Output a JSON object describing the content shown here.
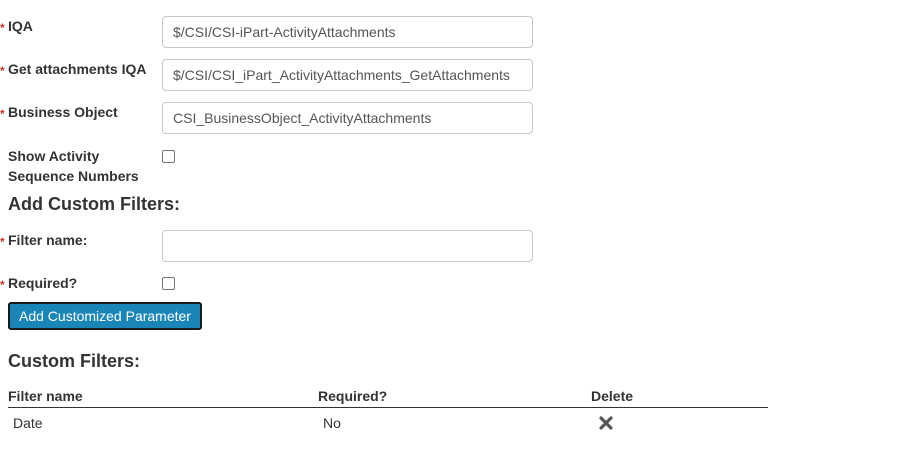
{
  "form": {
    "required_marker": "*",
    "iqa": {
      "label": "IQA",
      "value": "$/CSI/CSI-iPart-ActivityAttachments"
    },
    "get_attachments_iqa": {
      "label": "Get attachments IQA",
      "value": "$/CSI/CSI_iPart_ActivityAttachments_GetAttachments"
    },
    "business_object": {
      "label": "Business Object",
      "value": "CSI_BusinessObject_ActivityAttachments"
    },
    "show_sequence": {
      "label_line1": "Show Activity",
      "label_line2": "Sequence Numbers",
      "checked": false
    }
  },
  "add_custom_filters": {
    "title": "Add Custom Filters:",
    "filter_name": {
      "label": "Filter name:",
      "value": ""
    },
    "required": {
      "label": "Required?",
      "checked": false
    },
    "add_button_label": "Add Customized Parameter"
  },
  "custom_filters": {
    "title": "Custom Filters:",
    "columns": [
      "Filter name",
      "Required?",
      "Delete"
    ],
    "rows": [
      {
        "filter_name": "Date",
        "required": "No",
        "delete_icon": "close-x-icon"
      }
    ]
  }
}
